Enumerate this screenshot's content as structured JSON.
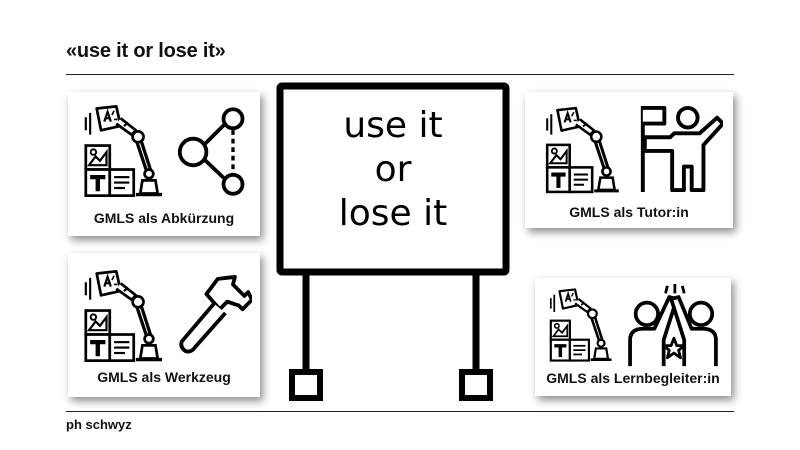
{
  "slide": {
    "title": "«use it or lose it»",
    "footer": "ph schwyz"
  },
  "board": {
    "lines": [
      "use it",
      "or",
      "lose it"
    ]
  },
  "cards": [
    {
      "caption": "GMLS als Abkürzung",
      "icon": "share-nodes-icon"
    },
    {
      "caption": "GMLS als Werkzeug",
      "icon": "hammer-icon"
    },
    {
      "caption": "GMLS als Tutor:in",
      "icon": "tutor-person-flag-icon"
    },
    {
      "caption": "GMLS als Lernbegleiter:in",
      "icon": "high-five-icon"
    }
  ],
  "colors": {
    "ink": "#000000",
    "background": "#ffffff"
  }
}
